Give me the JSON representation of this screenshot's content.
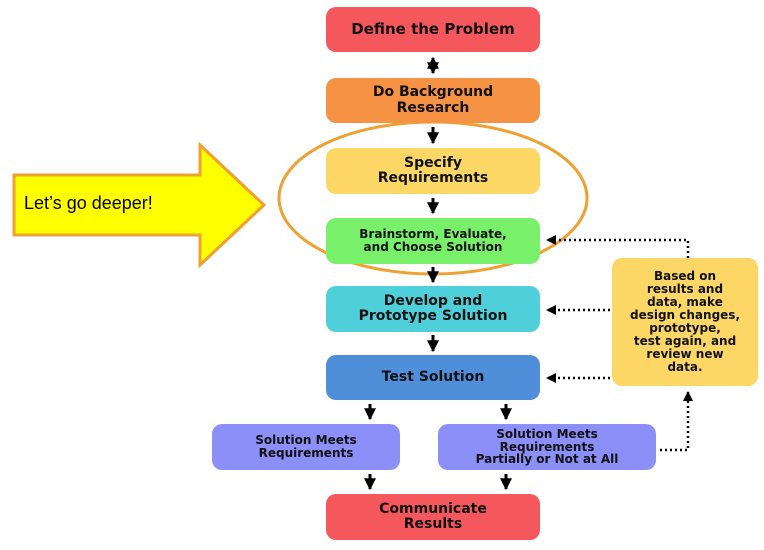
{
  "nodes": {
    "define": "Define the Problem",
    "research": "Do Background\nResearch",
    "specify": "Specify\nRequirements",
    "brainstorm": "Brainstorm, Evaluate,\nand Choose Solution",
    "develop": "Develop and\nPrototype Solution",
    "test": "Test Solution",
    "meets": "Solution Meets\nRequirements",
    "partial": "Solution Meets\nRequirements\nPartially or Not at All",
    "communicate": "Communicate\nResults",
    "feedback": "Based on\nresults and\ndata, make\ndesign changes,\nprototype,\ntest again, and\nreview new\ndata."
  },
  "callout": {
    "text": "Let’s go deeper!"
  },
  "colors": {
    "define": "#f5585c",
    "research": "#f59243",
    "specify": "#fcd765",
    "brainstorm": "#79f06a",
    "develop": "#4fcfd9",
    "test": "#4f8ed9",
    "outcome": "#8b8ff7",
    "communicate": "#f5585c",
    "feedback": "#fcd765",
    "callout_arrow": "#ffff00",
    "callout_border": "#f0a030",
    "highlight_ellipse": "#f0a030"
  }
}
